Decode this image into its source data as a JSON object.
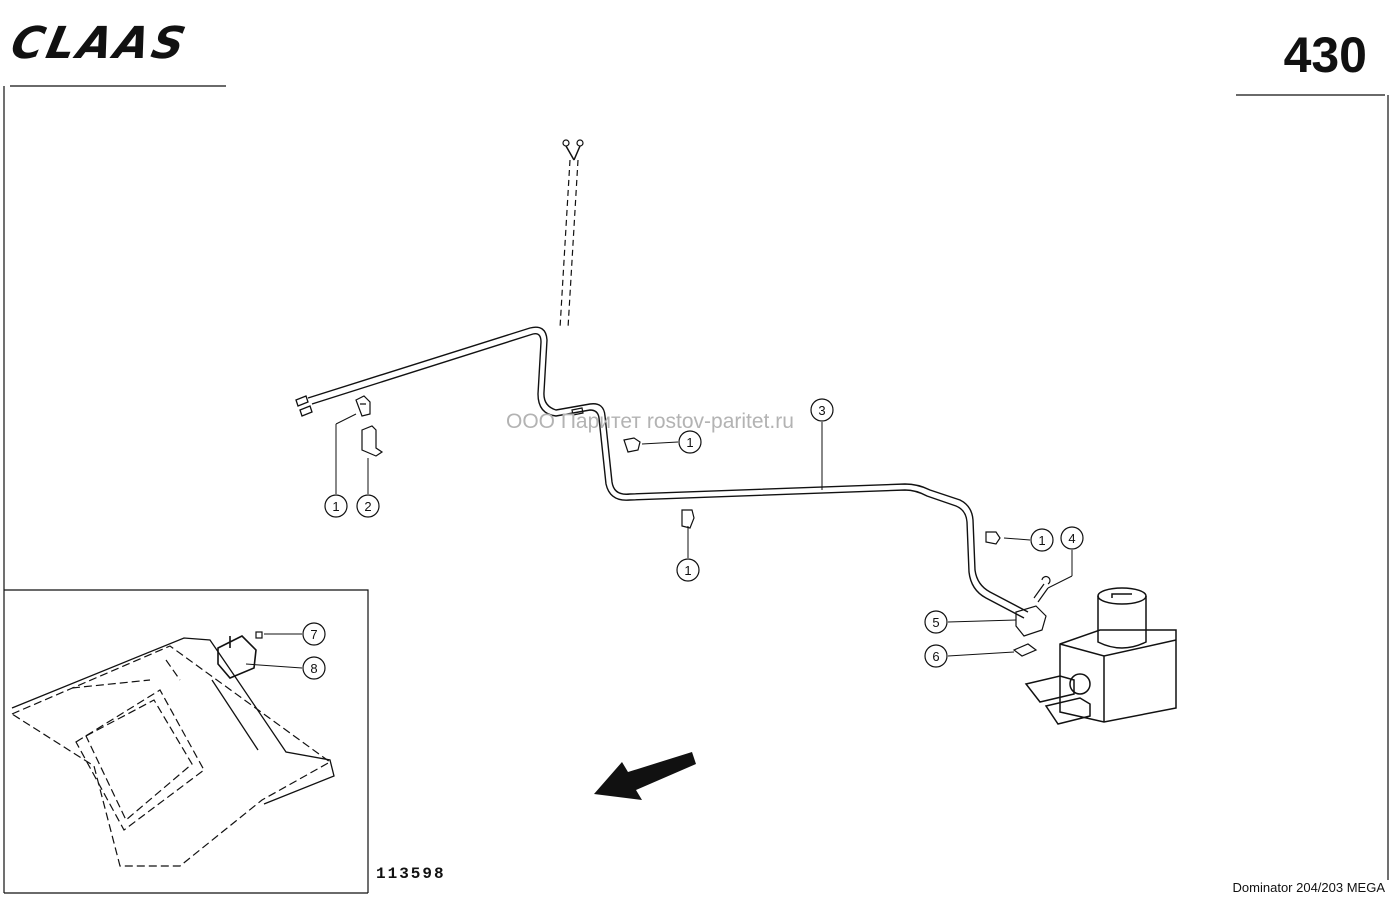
{
  "header": {
    "brand": "CLAAS",
    "page_number": "430"
  },
  "watermark": "ООО Паритет   rostov-paritet.ru",
  "footer": {
    "drawing_number": "113598",
    "model": "Dominator 204/203 MEGA"
  },
  "callouts": [
    "1",
    "2",
    "3",
    "1",
    "1",
    "1",
    "4",
    "5",
    "6",
    "7",
    "8"
  ]
}
